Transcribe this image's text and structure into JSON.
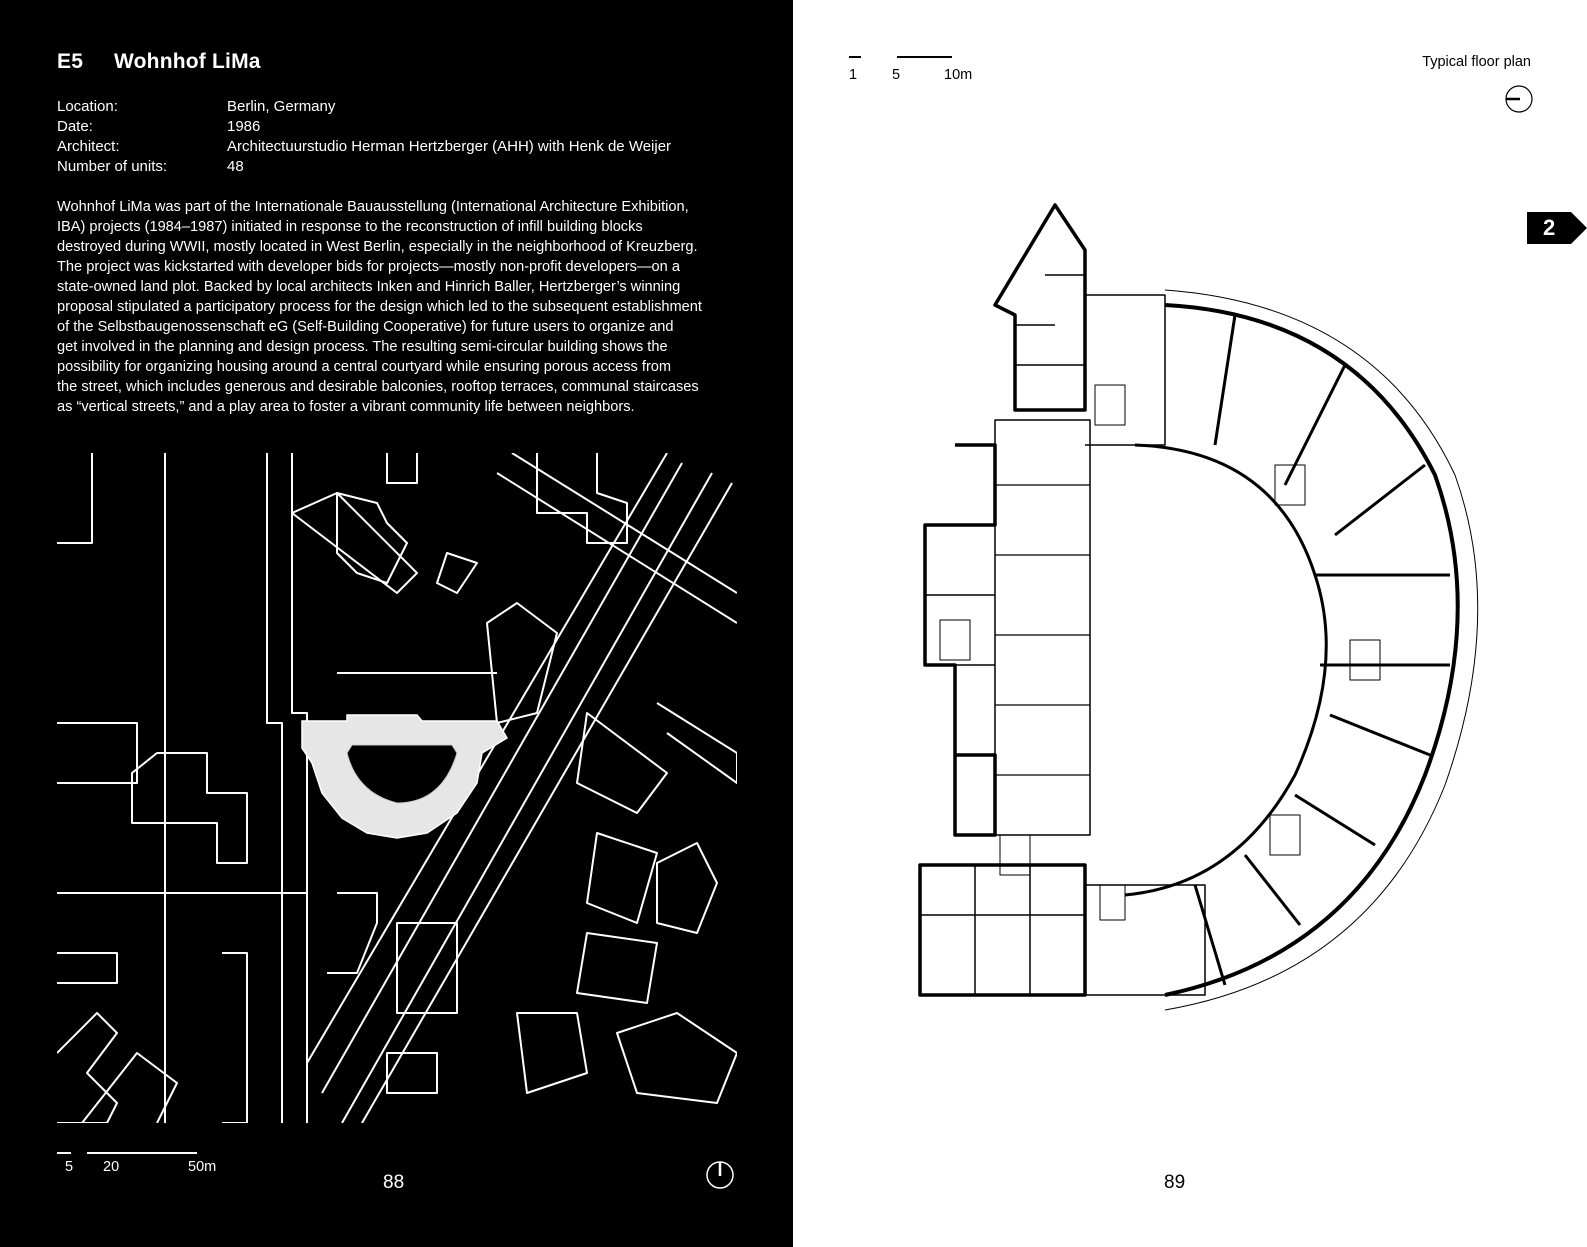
{
  "left_page": {
    "entry_code": "E5",
    "entry_title": "Wohnhof LiMa",
    "facts": [
      {
        "label": "Location:",
        "value": "Berlin, Germany"
      },
      {
        "label": "Date:",
        "value": "1986"
      },
      {
        "label": "Architect:",
        "value": "Architectuurstudio Herman Hertzberger (AHH) with Henk de Weijer"
      },
      {
        "label": "Number of units:",
        "value": "48"
      }
    ],
    "body_lines": [
      "Wohnhof LiMa was part of the Internationale Bauausstellung (International Architecture Exhibition,",
      "IBA) projects (1984–1987) initiated in response to the reconstruction of infill building blocks",
      "destroyed during WWII, mostly located in West Berlin, especially in the neighborhood of Kreuzberg.",
      "The project was kickstarted with developer bids for projects—mostly non-profit developers—on a",
      "state-owned land plot. Backed by local architects Inken and Hinrich Baller, Hertzberger’s winning",
      "proposal stipulated a participatory process for the design which led to the subsequent establishment",
      "of the Selbstbaugenossenschaft eG (Self-Building Cooperative) for future users to organize and",
      "get involved in the planning and design process. The resulting semi-circular building shows the",
      "possibility for organizing housing around a central courtyard while ensuring porous access from",
      "the street, which includes generous and desirable balconies, rooftop terraces, communal staircases",
      "as “vertical streets,” and a play area to foster a vibrant community life between neighbors."
    ],
    "scale_labels": [
      "5",
      "20",
      "50m"
    ],
    "page_number": "88"
  },
  "right_page": {
    "scale_labels": [
      "1",
      "5",
      "10m"
    ],
    "caption": "Typical floor plan",
    "chapter_tab": "2",
    "page_number": "89"
  },
  "colors": {
    "left_bg": "#000000",
    "right_bg": "#ffffff",
    "ink": "#000000",
    "paper": "#ffffff"
  }
}
